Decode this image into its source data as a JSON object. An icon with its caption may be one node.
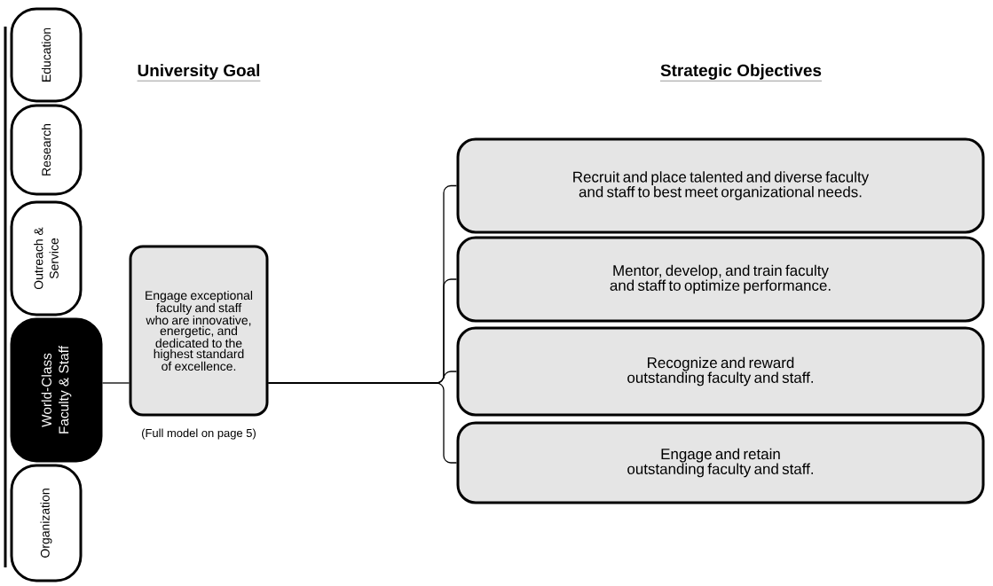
{
  "diagram": {
    "nodes": [
      {
        "text": [
          "Education"
        ]
      },
      {
        "text": [
          "Research"
        ]
      },
      {
        "text": [
          "Outreach & Service"
        ]
      },
      {
        "text": [
          "World-Class Faculty & Staff"
        ]
      },
      {
        "text": [
          "Organization"
        ]
      },
      {
        "text": [
          "Engage exceptional faculty and staff who are innovative, energetic, and dedicated to the highest standard of excellence."
        ],
        "beside": [
          "(Full model on page 5)"
        ]
      },
      {
        "text": [
          "Recruit and place talented and diverse faculty and staff to best meet organizational needs."
        ]
      },
      {
        "text": [
          "Mentor, develop, and train faculty and staff to optimize performance."
        ]
      },
      {
        "text": [
          "Recognize and reward outstanding faculty and staff."
        ]
      },
      {
        "text": [
          "Engage and retain outstanding faculty and staff."
        ]
      },
      {
        "text": [],
        "shape": "bar"
      }
    ],
    "edges": [
      {
        "from": 3,
        "to": 5,
        "arrow": "none"
      },
      {
        "from": 5,
        "to": 6,
        "arrow": "none"
      },
      {
        "from": 5,
        "to": 7,
        "arrow": "none"
      },
      {
        "from": 5,
        "to": 8,
        "arrow": "none"
      },
      {
        "from": 5,
        "to": 9,
        "arrow": "none"
      }
    ],
    "labels": [
      "University Goal",
      "Strategic Objectives"
    ]
  }
}
